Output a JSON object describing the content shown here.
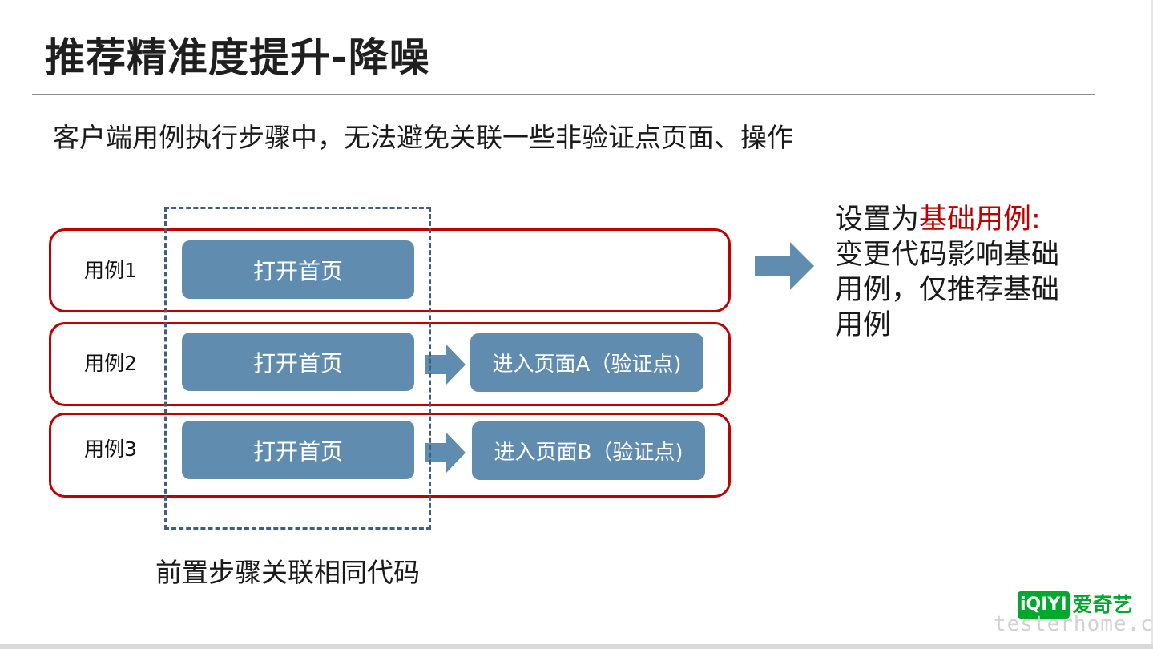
{
  "slide": {
    "title": "推荐精准度提升-降噪",
    "subtitle": "客户端用例执行步骤中，无法避免关联一些非验证点页面、操作",
    "cases": [
      {
        "label": "用例1",
        "steps": [
          "打开首页"
        ]
      },
      {
        "label": "用例2",
        "steps": [
          "打开首页",
          "进入页面A（验证点)"
        ]
      },
      {
        "label": "用例3",
        "steps": [
          "打开首页",
          "进入页面B（验证点)"
        ]
      }
    ],
    "caption": "前置步骤关联相同代码",
    "note": {
      "prefix": "设置为",
      "highlight": "基础用例",
      "colon": ":",
      "body": "变更代码影响基础用例，仅推荐基础用例"
    }
  },
  "logo": {
    "mark": [
      "i",
      "Q",
      "I",
      "Y",
      "I"
    ],
    "mark_text": "iQIYI",
    "text": "爱奇艺"
  },
  "watermark": "testerhome.com",
  "colors": {
    "accent_red": "#c00000",
    "step_blue": "#5f8caf",
    "dashed_navy": "#3f5d80",
    "logo_green": "#00a82d"
  }
}
